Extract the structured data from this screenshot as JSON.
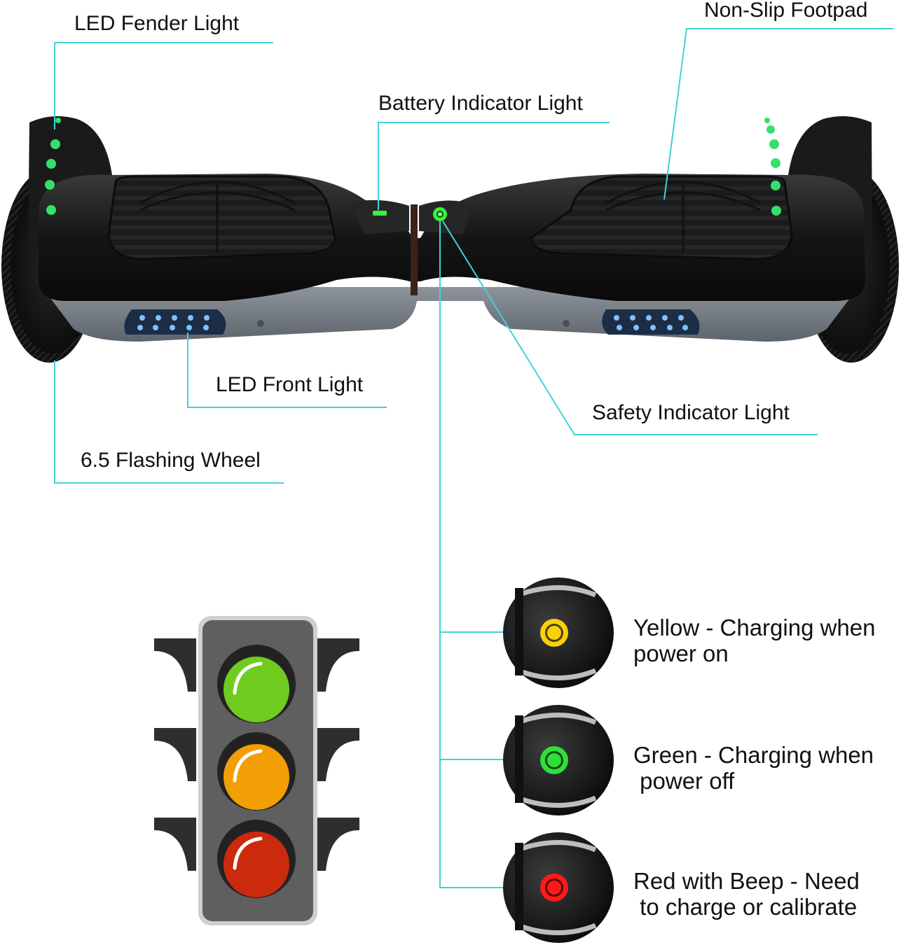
{
  "callouts": {
    "fender_light": "LED Fender Light",
    "non_slip_footpad": "Non-Slip Footpad",
    "battery_indicator": "Battery Indicator Light",
    "front_light": "LED Front Light",
    "safety_indicator": "Safety Indicator Light",
    "flashing_wheel": "6.5 Flashing Wheel"
  },
  "indicator_states": [
    {
      "line1": "Yellow - Charging when",
      "line2": "power on",
      "color": "#f5d20a"
    },
    {
      "line1": "Green - Charging when",
      "line2": " power off",
      "color": "#2fe03a"
    },
    {
      "line1": "Red with Beep - Need",
      "line2": " to charge or calibrate",
      "color": "#ff1a1a"
    }
  ],
  "traffic_light": {
    "top_color": "#6fcb1e",
    "middle_color": "#f29e05",
    "bottom_color": "#cc2a0c"
  },
  "colors": {
    "leader_line": "#3fd3d8",
    "led_green": "#35e06a",
    "led_blue": "#5aa8ff"
  }
}
